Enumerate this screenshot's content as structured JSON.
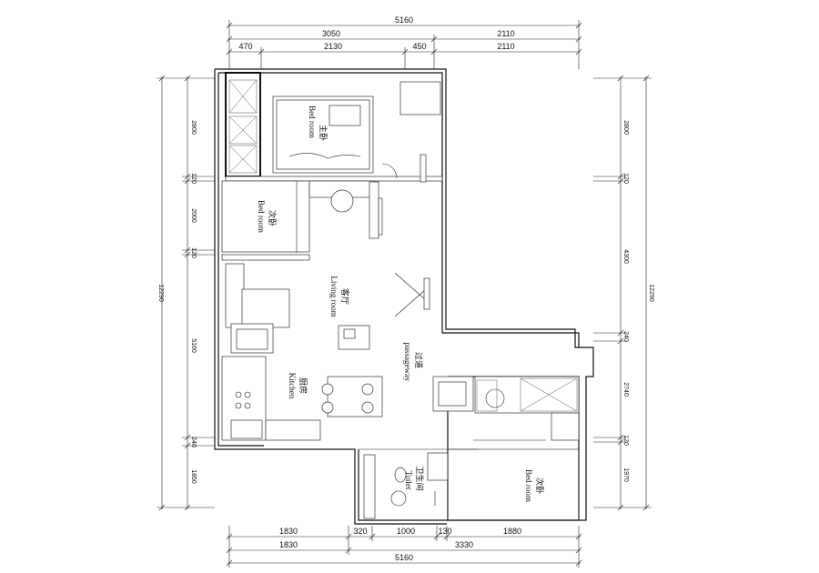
{
  "dimensions": {
    "top": {
      "overall": "5160",
      "row2": [
        "3050",
        "2110"
      ],
      "row3": [
        "470",
        "2130",
        "450",
        "2110"
      ]
    },
    "bottom": {
      "row1": [
        "1830",
        "320",
        "1000",
        "130",
        "1880"
      ],
      "row2": [
        "1830",
        "3330"
      ],
      "overall": "5160"
    },
    "left": {
      "overall": "12290",
      "segments": [
        "2800",
        "120",
        "2000",
        "120",
        "5160",
        "240",
        "1850"
      ]
    },
    "right": {
      "overall": "12290",
      "segments": [
        "2800",
        "120",
        "4300",
        "240",
        "2740",
        "120",
        "1970"
      ]
    }
  },
  "rooms": {
    "master_bedroom": {
      "cn": "主卧",
      "en": "Bed room"
    },
    "second_bedroom": {
      "cn": "次卧",
      "en": "Bed room"
    },
    "living_room": {
      "cn": "客厅",
      "en": "Living room"
    },
    "kitchen": {
      "cn": "厨房",
      "en": "Kitchen"
    },
    "passageway": {
      "cn": "过道",
      "en": "passageway"
    },
    "toilet": {
      "cn": "卫生间",
      "en": "Toilet"
    },
    "third_bedroom": {
      "cn": "次卧",
      "en": "Bed room"
    }
  }
}
